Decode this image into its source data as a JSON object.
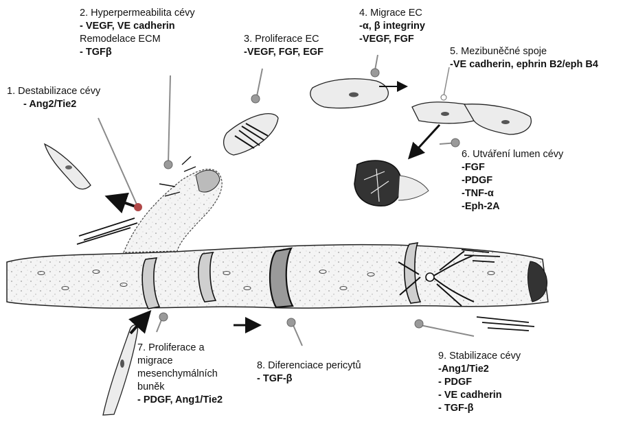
{
  "steps": [
    {
      "title": "1. Destabilizace cévy",
      "lines": [
        {
          "text": "- Ang2/Tie2",
          "bold": true
        }
      ]
    },
    {
      "title": "2. Hyperpermeabilita cévy",
      "lines": [
        {
          "text": "- VEGF, VE cadherin",
          "bold": true
        },
        {
          "text": "Remodelace ECM",
          "bold": false
        },
        {
          "text": "- TGFβ",
          "bold": true
        }
      ]
    },
    {
      "title": "3. Proliferace EC",
      "lines": [
        {
          "text": "-VEGF, FGF, EGF",
          "bold": true
        }
      ]
    },
    {
      "title": "4. Migrace EC",
      "lines": [
        {
          "text": "-α, β integriny",
          "bold": true
        },
        {
          "text": "-VEGF, FGF",
          "bold": true
        }
      ]
    },
    {
      "title": "5. Mezibuněčné spoje",
      "lines": [
        {
          "text": "-VE cadherin, ephrin B2/eph B4",
          "bold": true
        }
      ]
    },
    {
      "title": "6. Utváření lumen cévy",
      "lines": [
        {
          "text": "-FGF",
          "bold": true
        },
        {
          "text": "-PDGF",
          "bold": true
        },
        {
          "text": "-TNF-α",
          "bold": true
        },
        {
          "text": "-Eph-2A",
          "bold": true
        }
      ]
    },
    {
      "title": "7. Proliferace a",
      "lines": [
        {
          "text": "migrace",
          "bold": false
        },
        {
          "text": "mesenchymálních",
          "bold": false
        },
        {
          "text": "buněk",
          "bold": false
        },
        {
          "text": "- PDGF, Ang1/Tie2",
          "bold": true
        }
      ]
    },
    {
      "title": "8. Diferenciace pericytů",
      "lines": [
        {
          "text": "- TGF-β",
          "bold": true
        }
      ]
    },
    {
      "title": "9. Stabilizace cévy",
      "lines": [
        {
          "text": "-Ang1/Tie2",
          "bold": true
        },
        {
          "text": "- PDGF",
          "bold": true
        },
        {
          "text": "- VE cadherin",
          "bold": true
        },
        {
          "text": "- TGF-β",
          "bold": true
        }
      ]
    }
  ],
  "colors": {
    "ink": "#111111",
    "pointer": "#8a8a8a",
    "pointer_fill": "#9a9a9a",
    "vessel_fill": "#f3f3f3",
    "cell_fill": "#ececec"
  }
}
